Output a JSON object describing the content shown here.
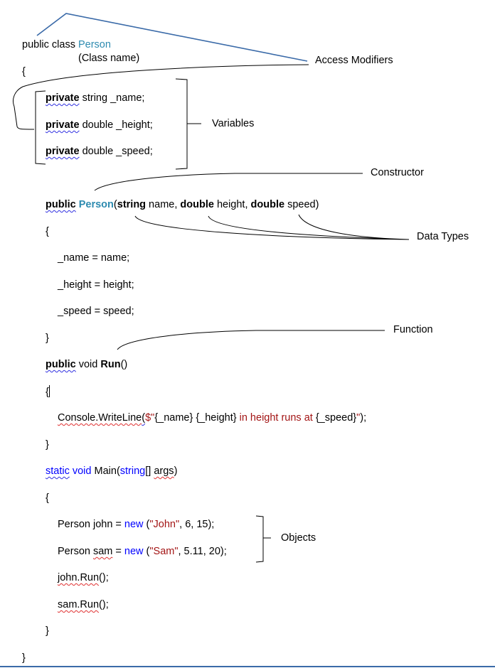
{
  "code": {
    "l1": {
      "a": "public class ",
      "b": "Person"
    },
    "class_note": "(Class name)",
    "open1": "{",
    "v1": {
      "kw": "private",
      "rest": " string _name;"
    },
    "v2": {
      "kw": "private",
      "rest": " double _height;"
    },
    "v3": {
      "kw": "private",
      "rest": " double _speed;"
    },
    "ctor": {
      "kw": "public",
      "name": "Person",
      "p0": "(",
      "t1": "string",
      "p1": " name, ",
      "t2": "double",
      "p2": " height, ",
      "t3": "double",
      "p3": " speed)"
    },
    "open2": "{",
    "a1": "_name = name;",
    "a2": "_height = height;",
    "a3": "_speed = speed;",
    "close2": "}",
    "run": {
      "kw": "public",
      "mid": " void ",
      "name": "Run",
      "end": "()"
    },
    "open3": "{",
    "wl": {
      "obj": "Console.WriteLine",
      "p": "(",
      "d": "$\"",
      "s1": "{_name} {_height}",
      "s2": " in height runs at ",
      "s3": "{_speed}",
      "e1": "\"",
      "e2": ");"
    },
    "close3": "}",
    "main": {
      "kw": "static",
      "mid": " void ",
      "name": "Main(",
      "t": "string",
      "mid2": "[] ",
      "args": "args",
      "end": ")"
    },
    "open4": "{",
    "o1": {
      "a": "Person john = ",
      "new": "new",
      "b": " (",
      "s": "\"John\"",
      "c": ", 6, 15);"
    },
    "o2": {
      "a": "Person ",
      "sam": "sam",
      "a2": " = ",
      "new": "new",
      "b": " (",
      "s": "\"Sam\"",
      "c": ", 5.11, 20);"
    },
    "c1": {
      "a": "john.Run",
      "b": "();"
    },
    "c2": {
      "a": "sam.Run",
      "b": "();"
    },
    "close4": "}",
    "close1": "}"
  },
  "labels": {
    "access": "Access Modifiers",
    "variables": "Variables",
    "constructor": "Constructor",
    "datatypes": "Data Types",
    "function": "Function",
    "objects": "Objects"
  },
  "colors": {
    "type": "#2e8bb0",
    "keyword": "#0000ff",
    "string": "#a31515",
    "leader": "#3a6aa8"
  }
}
